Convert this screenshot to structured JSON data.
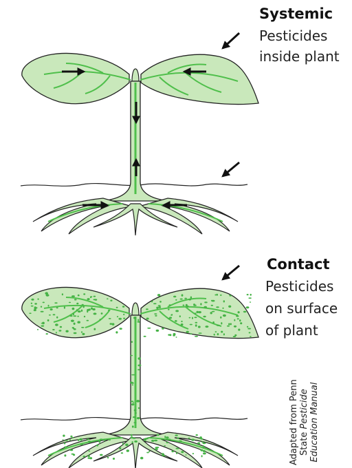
{
  "systemic": {
    "title": "Systemic",
    "lines": [
      "Pesticides",
      "inside plant"
    ]
  },
  "contact": {
    "title": "Contact",
    "lines": [
      "Pesticides",
      "on surface",
      "of plant"
    ]
  },
  "credit": {
    "line1": "Adapted from Penn",
    "line2_plain": "State ",
    "line2_italic": "Pesticide",
    "line3_italic": "Education Manual"
  },
  "colors": {
    "leaf_fill": "#c9e8bb",
    "vein": "#4fbf4b",
    "outline": "#222222",
    "dots": "#45b245"
  }
}
